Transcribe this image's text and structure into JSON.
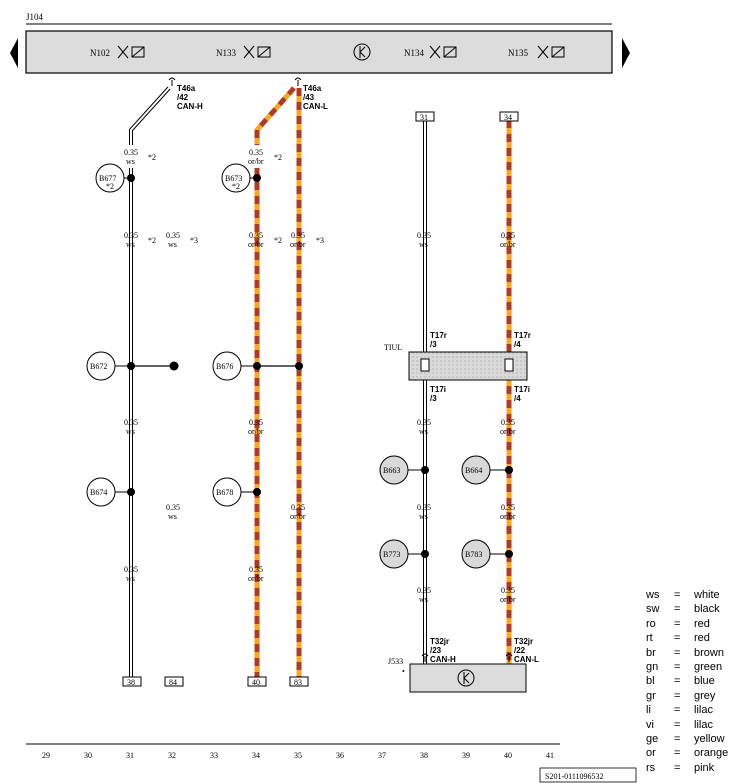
{
  "header": {
    "control_unit": "J104"
  },
  "bus_components": [
    {
      "code": "N102"
    },
    {
      "code": "N133"
    },
    {
      "code": "N134"
    },
    {
      "code": "N135"
    }
  ],
  "connectors": {
    "can_h_top": {
      "pin": "T46a",
      "num": "/42",
      "sig": "CAN-H"
    },
    "can_l_top": {
      "pin": "T46a",
      "num": "/43",
      "sig": "CAN-L"
    },
    "t17r_left": {
      "pin": "T17r",
      "num": "/3"
    },
    "t17r_right": {
      "pin": "T17r",
      "num": "/4"
    },
    "t17i_left": {
      "pin": "T17i",
      "num": "/3"
    },
    "t17i_right": {
      "pin": "T17i",
      "num": "/4"
    },
    "t32_left": {
      "pin": "T32jr",
      "num": "/23",
      "sig": "CAN-H"
    },
    "t32_right": {
      "pin": "T32jr",
      "num": "/22",
      "sig": "CAN-L"
    },
    "tiul": "TIUL",
    "j533": "J533"
  },
  "wire": {
    "size": "0.35",
    "ws": "ws",
    "orbr": "or/br",
    "note2": "*2",
    "note3": "*3"
  },
  "splices": [
    "B677",
    "B673",
    "B672",
    "B676",
    "B674",
    "B678",
    "B663",
    "B664",
    "B773",
    "B783"
  ],
  "terminals": {
    "t31": "31",
    "t34": "34",
    "t38": "38",
    "t84": "84",
    "t40": "40",
    "t83": "83"
  },
  "track_numbers": [
    "29",
    "30",
    "31",
    "32",
    "33",
    "34",
    "35",
    "36",
    "37",
    "38",
    "39",
    "40",
    "41"
  ],
  "doc_code": "S201-0111096532",
  "legend": [
    {
      "code": "ws",
      "color": "white"
    },
    {
      "code": "sw",
      "color": "black"
    },
    {
      "code": "ro",
      "color": "red"
    },
    {
      "code": "rt",
      "color": "red"
    },
    {
      "code": "br",
      "color": "brown"
    },
    {
      "code": "gn",
      "color": "green"
    },
    {
      "code": "bl",
      "color": "blue"
    },
    {
      "code": "gr",
      "color": "grey"
    },
    {
      "code": "li",
      "color": "lilac"
    },
    {
      "code": "vi",
      "color": "lilac"
    },
    {
      "code": "ge",
      "color": "yellow"
    },
    {
      "code": "or",
      "color": "orange"
    },
    {
      "code": "rs",
      "color": "pink"
    }
  ],
  "colors": {
    "orange": "#f7a81b",
    "red_brown": "#b23a24",
    "housing": "#dcdcdc"
  }
}
